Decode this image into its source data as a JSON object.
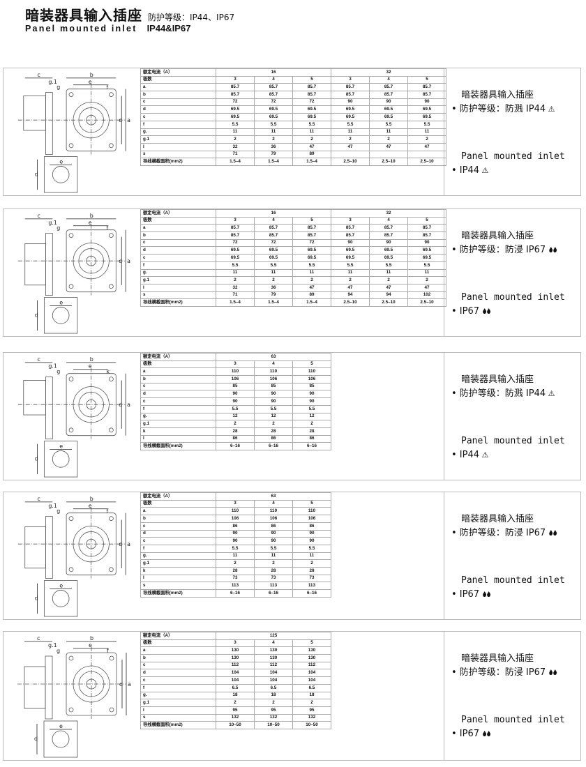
{
  "header": {
    "title_cn": "暗装器具输入插座",
    "protection_cn": "防护等级：IP44、IP67",
    "title_en": "Panel mounted inlet",
    "ip_en": "IP44&IP67"
  },
  "labels": {
    "current": "额定电流（A）",
    "poles": "极数",
    "wire": "导线横截面积(mm2)"
  },
  "sections": [
    {
      "currents": [
        {
          "v": "16",
          "span": 3
        },
        {
          "v": "32",
          "span": 3
        }
      ],
      "poles": [
        "3",
        "4",
        "5",
        "3",
        "4",
        "5"
      ],
      "rows": [
        [
          "a",
          "85.7",
          "85.7",
          "85.7",
          "85.7",
          "85.7",
          "85.7"
        ],
        [
          "b",
          "85.7",
          "85.7",
          "85.7",
          "85.7",
          "85.7",
          "85.7"
        ],
        [
          "c",
          "72",
          "72",
          "72",
          "90",
          "90",
          "90"
        ],
        [
          "d",
          "69.5",
          "69.5",
          "69.5",
          "69.5",
          "69.5",
          "69.5"
        ],
        [
          "c",
          "69.5",
          "69.5",
          "69.5",
          "69.5",
          "69.5",
          "69.5"
        ],
        [
          "f",
          "5.5",
          "5.5",
          "5.5",
          "5.5",
          "5.5",
          "5.5"
        ],
        [
          "g.",
          "11",
          "11",
          "11",
          "11",
          "11",
          "11"
        ],
        [
          "g.1",
          "2",
          "2",
          "2",
          "2",
          "2",
          "2"
        ],
        [
          "l",
          "32",
          "36",
          "47",
          "47",
          "47",
          "47"
        ],
        [
          "s",
          "71",
          "79",
          "89",
          "",
          "",
          ""
        ]
      ],
      "wire": [
        "1.5–4",
        "1.5–4",
        "1.5–4",
        "2.5–10",
        "2.5–10",
        "2.5–10"
      ],
      "text": {
        "title_cn": "暗装器具输入插座",
        "protection": "• 防护等级：防溅 IP44",
        "title_en": "Panel mounted inlet",
        "ip": "• IP44",
        "ip_icon": "splash-triangle"
      },
      "dims": [
        "c",
        "g.1",
        "g",
        "b",
        "e",
        "f",
        "a",
        "d",
        "e",
        "d"
      ]
    },
    {
      "currents": [
        {
          "v": "16",
          "span": 3
        },
        {
          "v": "32",
          "span": 3
        }
      ],
      "poles": [
        "3",
        "4",
        "5",
        "3",
        "4",
        "5"
      ],
      "rows": [
        [
          "a",
          "85.7",
          "85.7",
          "85.7",
          "85.7",
          "85.7",
          "85.7"
        ],
        [
          "b",
          "85.7",
          "85.7",
          "85.7",
          "85.7",
          "85.7",
          "85.7"
        ],
        [
          "c",
          "72",
          "72",
          "72",
          "90",
          "90",
          "90"
        ],
        [
          "d",
          "69.5",
          "69.5",
          "69.5",
          "69.5",
          "69.5",
          "69.5"
        ],
        [
          "c",
          "69.5",
          "69.5",
          "69.5",
          "69.5",
          "69.5",
          "69.5"
        ],
        [
          "f",
          "5.5",
          "5.5",
          "5.5",
          "5.5",
          "5.5",
          "5.5"
        ],
        [
          "g.",
          "11",
          "11",
          "11",
          "11",
          "11",
          "11"
        ],
        [
          "g.1",
          "2",
          "2",
          "2",
          "2",
          "2",
          "2"
        ],
        [
          "l",
          "32",
          "36",
          "47",
          "47",
          "47",
          "47"
        ],
        [
          "s",
          "71",
          "79",
          "89",
          "94",
          "94",
          "102"
        ]
      ],
      "wire": [
        "1.5–4",
        "1.5–4",
        "1.5–4",
        "2.5–10",
        "2.5–10",
        "2.5–10"
      ],
      "text": {
        "title_cn": "暗装器具输入插座",
        "protection": "• 防护等级：防浸 IP67",
        "title_en": "Panel mounted inlet",
        "ip": "• IP67",
        "ip_icon": "water-drops"
      },
      "dims": [
        "c",
        "g.1",
        "g",
        "b",
        "e",
        "f",
        "a",
        "d",
        "e",
        "d"
      ]
    },
    {
      "currents": [
        {
          "v": "63",
          "span": 3
        }
      ],
      "poles": [
        "3",
        "4",
        "5"
      ],
      "rows": [
        [
          "a",
          "110",
          "110",
          "110"
        ],
        [
          "b",
          "106",
          "106",
          "106"
        ],
        [
          "c",
          "85",
          "85",
          "85"
        ],
        [
          "d",
          "90",
          "90",
          "90"
        ],
        [
          "c",
          "90",
          "90",
          "90"
        ],
        [
          "f",
          "5.5",
          "5.5",
          "5.5"
        ],
        [
          "g.",
          "12",
          "12",
          "12"
        ],
        [
          "g.1",
          "2",
          "2",
          "2"
        ],
        [
          "k",
          "28",
          "28",
          "28"
        ],
        [
          "l",
          "86",
          "86",
          "86"
        ]
      ],
      "wire": [
        "6–16",
        "6–16",
        "6–16"
      ],
      "text": {
        "title_cn": "暗装器具输入插座",
        "protection": "• 防护等级：防溅 IP44",
        "title_en": "Panel mounted inlet",
        "ip": "• IP44",
        "ip_icon": "splash-triangle"
      },
      "dims": [
        "c",
        "g.1",
        "g",
        "b",
        "e",
        "k",
        "a",
        "d",
        "e",
        "d"
      ]
    },
    {
      "currents": [
        {
          "v": "63",
          "span": 3
        }
      ],
      "poles": [
        "3",
        "4",
        "5"
      ],
      "rows": [
        [
          "a",
          "110",
          "110",
          "110"
        ],
        [
          "b",
          "106",
          "106",
          "106"
        ],
        [
          "c",
          "86",
          "86",
          "86"
        ],
        [
          "d",
          "90",
          "90",
          "90"
        ],
        [
          "c",
          "90",
          "90",
          "90"
        ],
        [
          "f",
          "5.5",
          "5.5",
          "5.5"
        ],
        [
          "g.",
          "11",
          "11",
          "11"
        ],
        [
          "g.1",
          "2",
          "2",
          "2"
        ],
        [
          "k",
          "28",
          "28",
          "28"
        ],
        [
          "l",
          "73",
          "73",
          "73"
        ],
        [
          "s",
          "113",
          "113",
          "113"
        ]
      ],
      "wire": [
        "6–16",
        "6–16",
        "6–16"
      ],
      "text": {
        "title_cn": "暗装器具输入插座",
        "protection": "• 防护等级：防浸 IP67",
        "title_en": "Panel mounted inlet",
        "ip": "• IP67",
        "ip_icon": "water-drops"
      },
      "dims": [
        "c",
        "g.1",
        "g",
        "b",
        "e",
        "f",
        "a",
        "d",
        "e",
        "d"
      ]
    },
    {
      "currents": [
        {
          "v": "125",
          "span": 3
        }
      ],
      "poles": [
        "3",
        "4",
        "5"
      ],
      "rows": [
        [
          "a",
          "130",
          "130",
          "130"
        ],
        [
          "b",
          "130",
          "130",
          "130"
        ],
        [
          "c",
          "112",
          "112",
          "112"
        ],
        [
          "d",
          "104",
          "104",
          "104"
        ],
        [
          "c",
          "104",
          "104",
          "104"
        ],
        [
          "f",
          "6.5",
          "6.5",
          "6.5"
        ],
        [
          "g.",
          "18",
          "18",
          "18"
        ],
        [
          "g.1",
          "2",
          "2",
          "2"
        ],
        [
          "l",
          "95",
          "95",
          "95"
        ],
        [
          "s",
          "132",
          "132",
          "132"
        ]
      ],
      "wire": [
        "10–50",
        "10–50",
        "10–50"
      ],
      "text": {
        "title_cn": "暗装器具输入插座",
        "protection": "• 防护等级：防浸 IP67",
        "title_en": "Panel mounted inlet",
        "ip": "• IP67",
        "ip_icon": "water-drops"
      },
      "dims": [
        "c",
        "g.1",
        "g",
        "b",
        "e",
        "f",
        "a",
        "d",
        "e",
        "d"
      ]
    }
  ]
}
